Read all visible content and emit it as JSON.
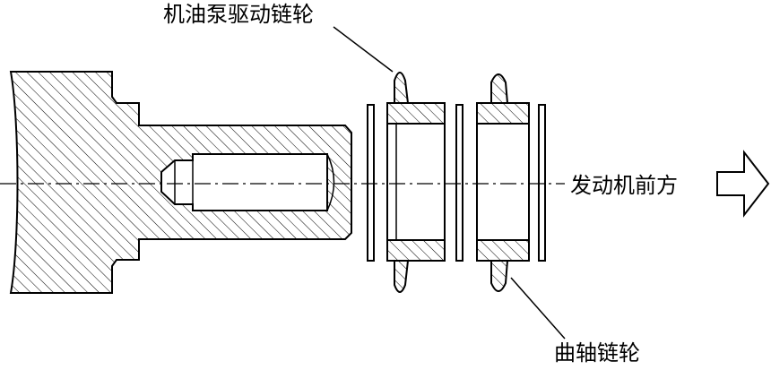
{
  "labels": {
    "oil_pump_drive_sprocket": "机油泵驱动链轮",
    "engine_front": "发动机前方",
    "crankshaft_sprocket": "曲轴链轮"
  },
  "colors": {
    "stroke": "#000000",
    "background": "#ffffff"
  },
  "icons": {
    "direction_arrow": "right-arrow-icon"
  }
}
